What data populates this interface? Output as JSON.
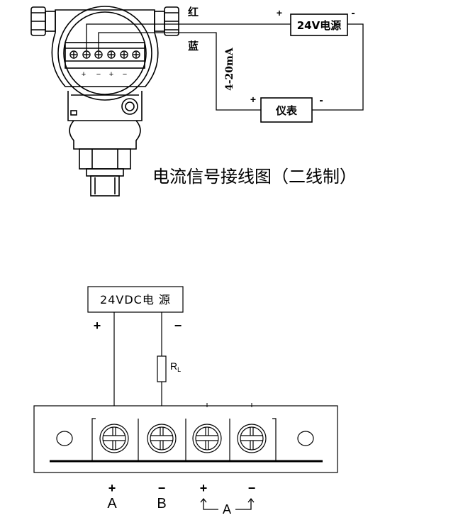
{
  "top_diagram": {
    "title": "电流信号接线图（二线制）",
    "wire_red_label": "红",
    "wire_blue_label": "蓝",
    "current_label": "4-20mA",
    "power_box_label": "24V电源",
    "power_plus": "+",
    "power_minus": "-",
    "meter_box_label": "仪表",
    "meter_plus": "+",
    "meter_minus": "-",
    "terminal_marks": [
      "+",
      "−",
      "+",
      "−"
    ]
  },
  "bottom_diagram": {
    "power_box_label": "24VDC电 源",
    "power_plus": "+",
    "power_minus": "−",
    "resistor_label_main": "R",
    "resistor_label_sub": "L",
    "terminal_labels": [
      {
        "sign": "+",
        "letter": "A"
      },
      {
        "sign": "−",
        "letter": "B"
      },
      {
        "sign": "+",
        "letter": ""
      },
      {
        "sign": "−",
        "letter": ""
      }
    ],
    "bracket_label": "A"
  }
}
